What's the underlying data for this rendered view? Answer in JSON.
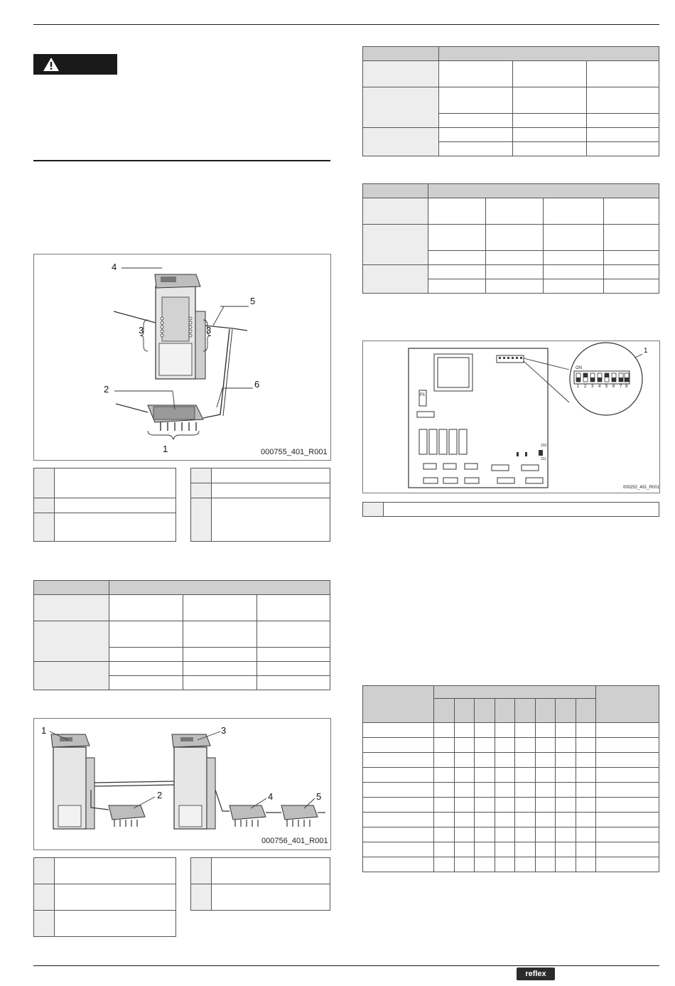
{
  "figure_codes": {
    "wiring_single": "000755_401_R001",
    "board": "000252_401_R001",
    "wiring_master_slave": "000756_401_R001"
  },
  "fig1_callouts": [
    "1",
    "2",
    "3",
    "3",
    "4",
    "5",
    "6"
  ],
  "fig2_callouts": [
    "1",
    "2",
    "3",
    "4",
    "5"
  ],
  "board_callouts": [
    "1"
  ],
  "board_text": {
    "p1": "P1",
    "on": "ON",
    "dip_numbers": [
      "1",
      "2",
      "3",
      "4",
      "5",
      "6",
      "7",
      "8"
    ],
    "j10": "J10",
    "j11": "J11"
  },
  "logo": "reflex",
  "colors": {
    "header_fill": "#cfcfcf",
    "label_fill": "#ededed",
    "line": "#555555"
  }
}
